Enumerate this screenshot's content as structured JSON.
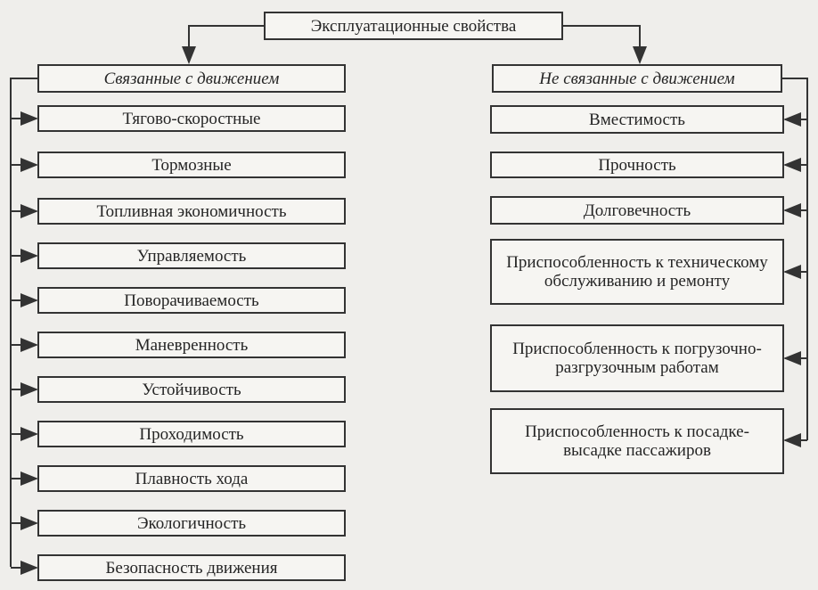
{
  "root": "Эксплуатационные свойства",
  "left": {
    "header": "Связанные с движением",
    "items": [
      "Тягово-скоростные",
      "Тормозные",
      "Топливная экономичность",
      "Управляемость",
      "Поворачиваемость",
      "Маневренность",
      "Устойчивость",
      "Проходимость",
      "Плавность хода",
      "Экологичность",
      "Безопасность движения"
    ]
  },
  "right": {
    "header": "Не связанные с движением",
    "items": [
      "Вместимость",
      "Прочность",
      "Долговечность",
      "Приспособленность к техническому обслуживанию и ремонту",
      "Приспособленность к погрузочно-разгрузочным работам",
      "Приспособленность к посадке-высадке пассажиров"
    ]
  }
}
